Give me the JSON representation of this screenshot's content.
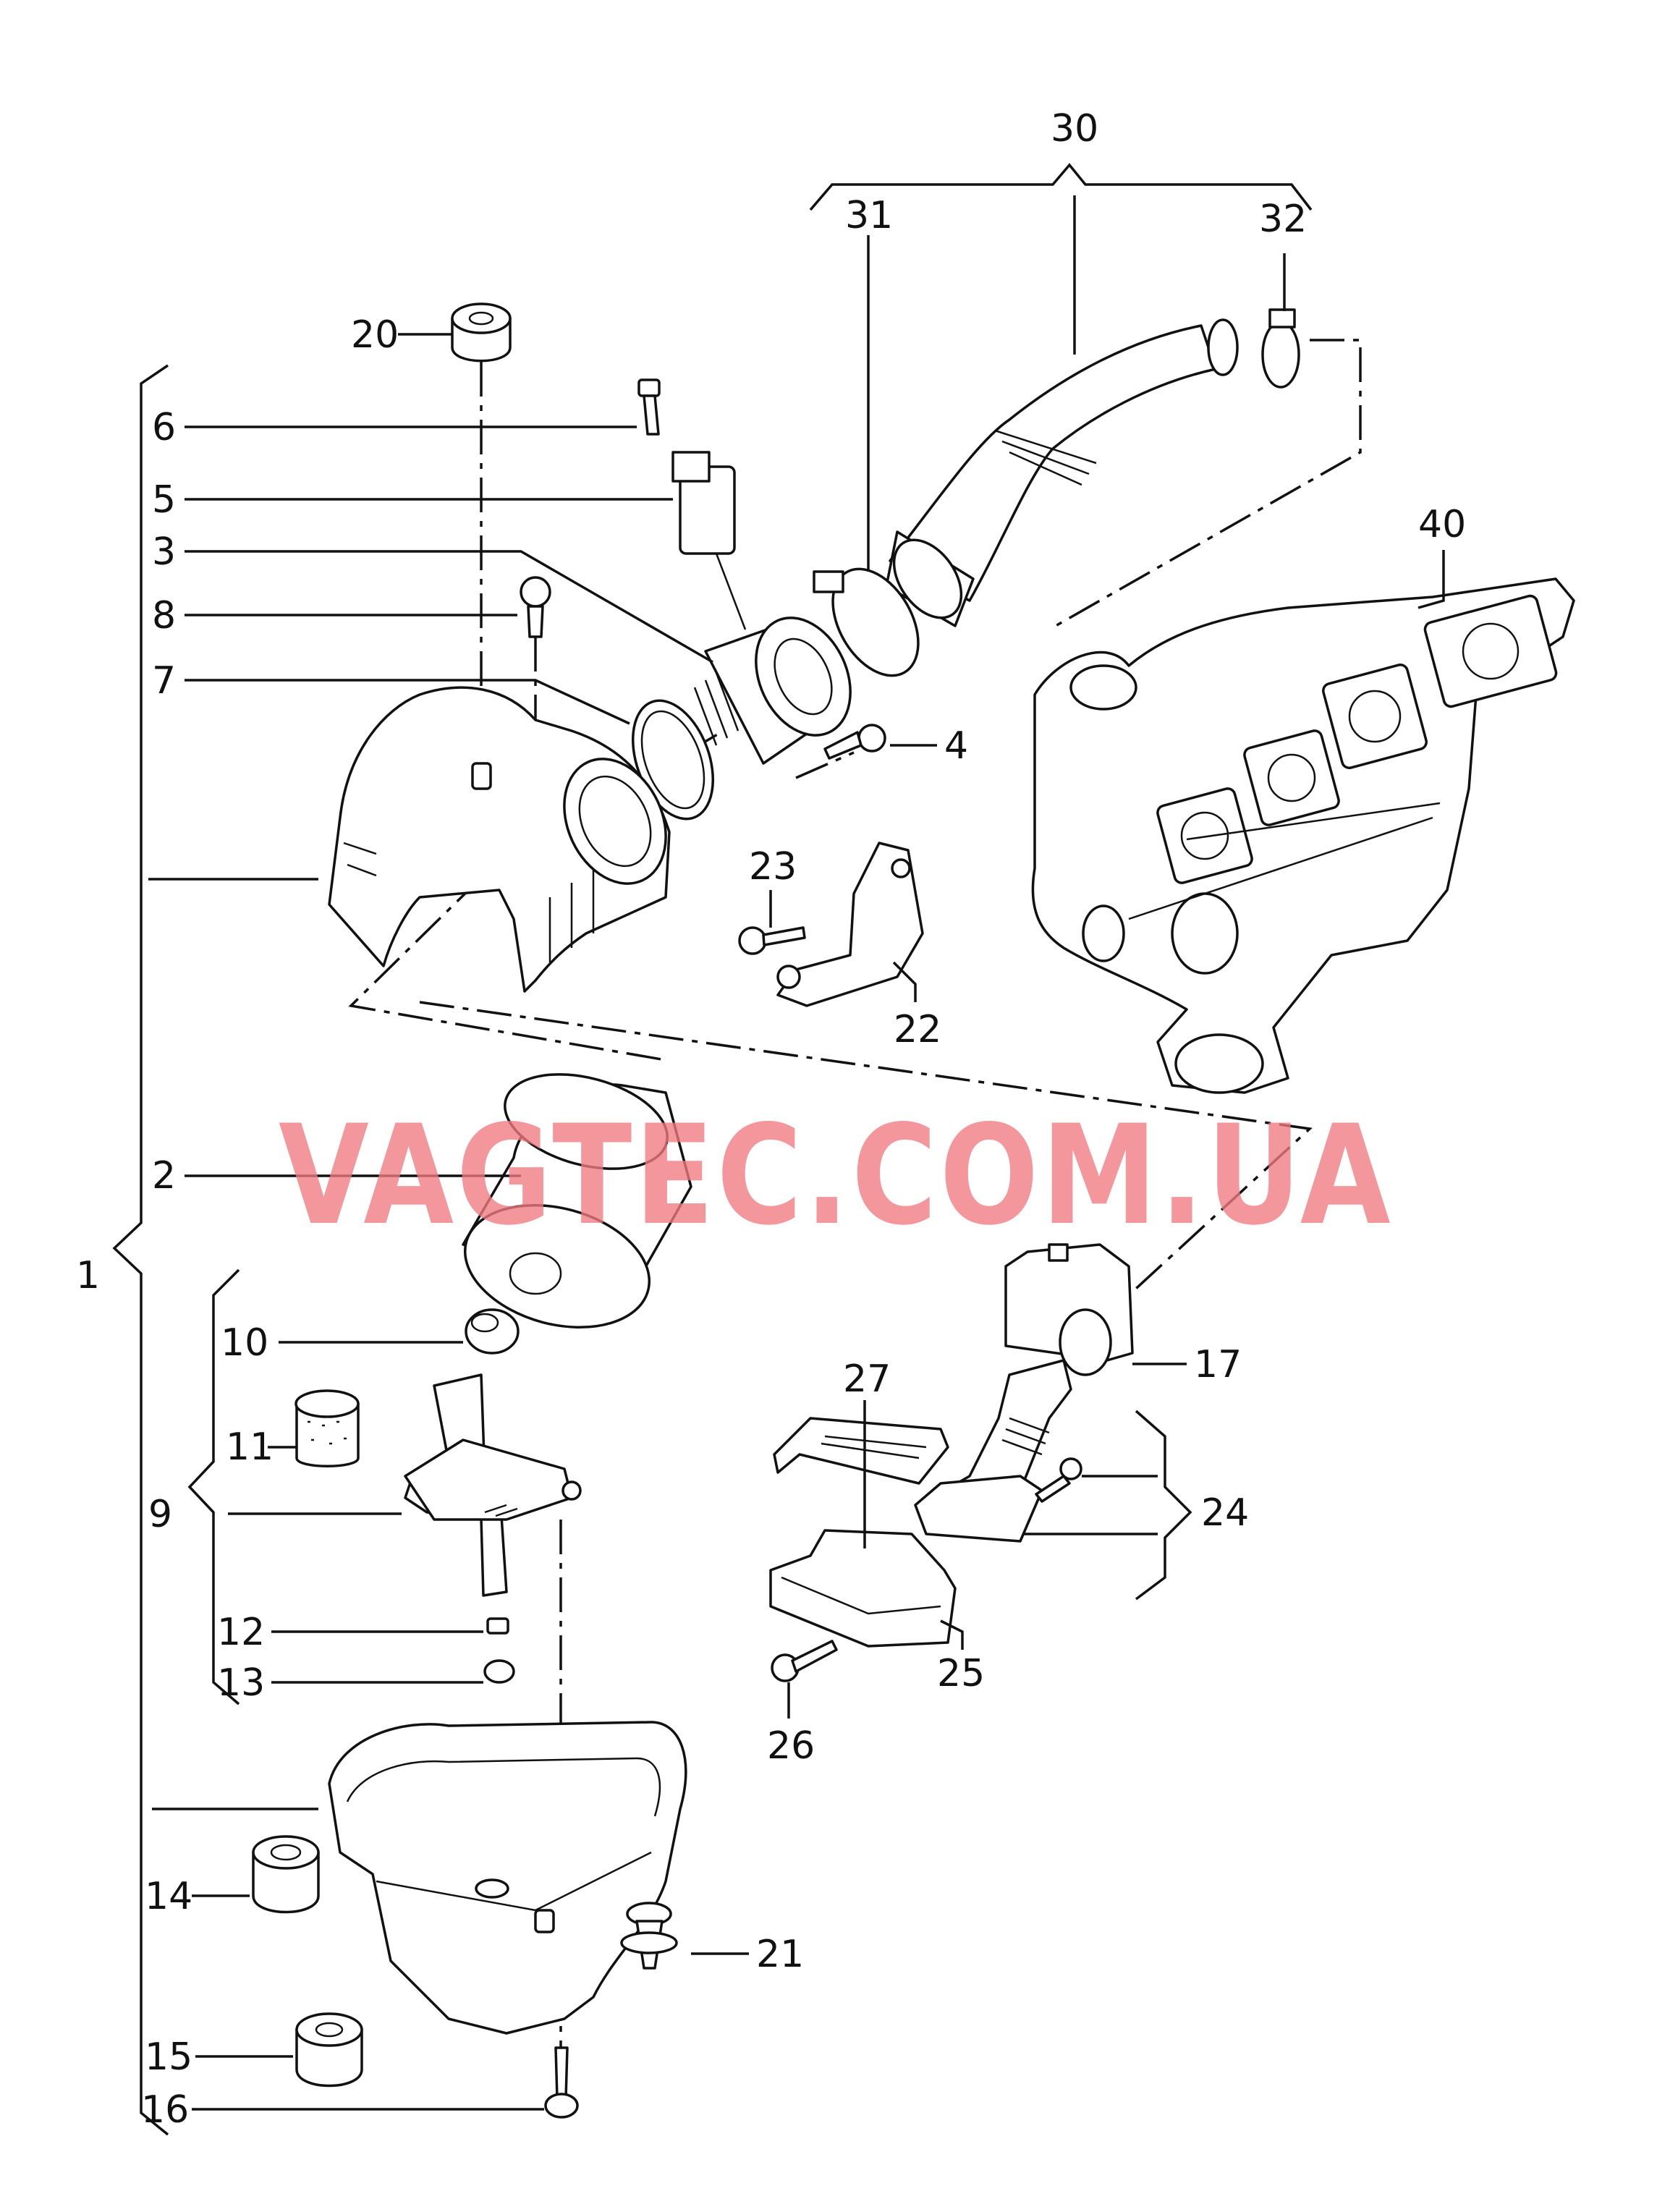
{
  "watermark": "VAGTEC.COM.UA",
  "callouts": {
    "n1": "1",
    "n2": "2",
    "n3": "3",
    "n4": "4",
    "n5": "5",
    "n6": "6",
    "n7": "7",
    "n8": "8",
    "n9": "9",
    "n10": "10",
    "n11": "11",
    "n12": "12",
    "n13": "13",
    "n14": "14",
    "n15": "15",
    "n16": "16",
    "n17": "17",
    "n20": "20",
    "n21": "21",
    "n22": "22",
    "n23": "23",
    "n24": "24",
    "n25": "25",
    "n26": "26",
    "n27": "27",
    "n30": "30",
    "n31": "31",
    "n32": "32",
    "n40": "40"
  }
}
